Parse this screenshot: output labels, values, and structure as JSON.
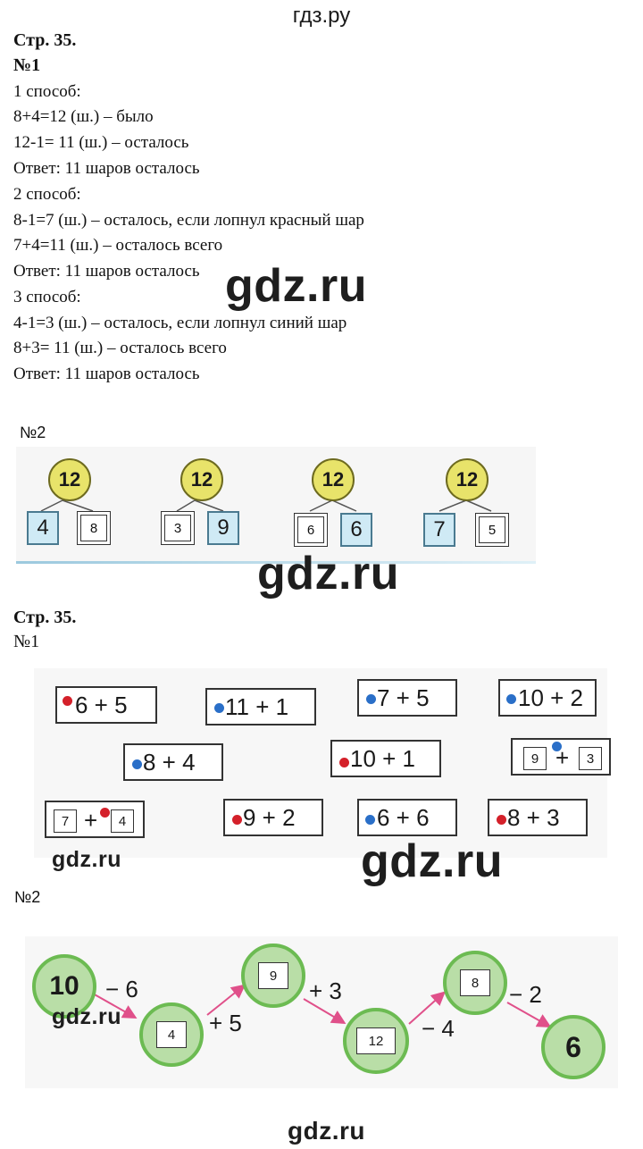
{
  "header": {
    "site": "гдз.ру"
  },
  "watermark": "gdz.ru",
  "part1": {
    "page": "Стр. 35.",
    "task": "№1",
    "lines": [
      "1 способ:",
      "8+4=12 (ш.) – было",
      "12-1= 11 (ш.) – осталось",
      "Ответ: 11 шаров осталось",
      "2 способ:",
      "8-1=7 (ш.) – осталось, если лопнул красный шар",
      "7+4=11 (ш.) – осталось всего",
      "Ответ: 11 шаров осталось",
      "3 способ:",
      "4-1=3  (ш.) – осталось, если лопнул синий шар",
      "8+3= 11 (ш.) – осталось всего",
      "Ответ: 11 шаров осталось"
    ]
  },
  "part2": {
    "task": "№2",
    "groups": [
      {
        "total": "12",
        "left": "4",
        "right": "8"
      },
      {
        "total": "12",
        "left": "3",
        "right": "9"
      },
      {
        "total": "12",
        "left": "6",
        "right": "6"
      },
      {
        "total": "12",
        "left": "7",
        "right": "5"
      }
    ]
  },
  "part3": {
    "page": "Стр. 35.",
    "task": "№1",
    "cards": [
      {
        "text": "6 + 5",
        "dot": "red"
      },
      {
        "text": "11 + 1",
        "dot": "blue"
      },
      {
        "text": "7 + 5",
        "dot": "blue"
      },
      {
        "text": "10 + 2",
        "dot": "blue"
      },
      {
        "text": "8 + 4",
        "dot": "blue"
      },
      {
        "text": "10 + 1",
        "dot": "red"
      },
      {
        "a": "9",
        "b": "3",
        "dot": "blue"
      },
      {
        "a": "7",
        "b": "4",
        "dot": "red"
      },
      {
        "text": "9 + 2",
        "dot": "red"
      },
      {
        "text": "6 + 6",
        "dot": "blue"
      },
      {
        "text": "8 + 3",
        "dot": "red"
      }
    ],
    "plus": "+"
  },
  "part4": {
    "task": "№2",
    "start": "10",
    "steps": [
      {
        "op": "− 6",
        "result": "4"
      },
      {
        "op": "+ 5",
        "result": "9"
      },
      {
        "op": "+ 3",
        "result": "12"
      },
      {
        "op": "− 4",
        "result": "8"
      },
      {
        "op": "− 2",
        "result": "6"
      }
    ]
  },
  "colors": {
    "red_dot": "#d4202a",
    "blue_dot": "#2a6fc8",
    "circle_yellow": "#e8e36a",
    "box_blue": "#cfeaf5",
    "circle_green": "#b9dea7",
    "arrow_pink": "#e0508a"
  }
}
